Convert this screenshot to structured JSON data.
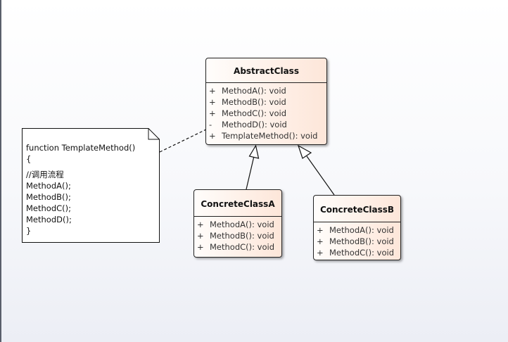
{
  "abstract_class": {
    "name": "AbstractClass",
    "operations": [
      {
        "visibility": "+",
        "signature": "MethodA(): void"
      },
      {
        "visibility": "+",
        "signature": "MethodB(): void"
      },
      {
        "visibility": "+",
        "signature": "MethodC(): void"
      },
      {
        "visibility": "-",
        "signature": "MethodD(): void"
      },
      {
        "visibility": "+",
        "signature": "TemplateMethod(): void"
      }
    ]
  },
  "concrete_a": {
    "name": "ConcreteClassA",
    "operations": [
      {
        "visibility": "+",
        "signature": "MethodA(): void"
      },
      {
        "visibility": "+",
        "signature": "MethodB(): void"
      },
      {
        "visibility": "+",
        "signature": "MethodC(): void"
      }
    ]
  },
  "concrete_b": {
    "name": "ConcreteClassB",
    "operations": [
      {
        "visibility": "+",
        "signature": "MethodA(): void"
      },
      {
        "visibility": "+",
        "signature": "MethodB(): void"
      },
      {
        "visibility": "+",
        "signature": "MethodC(): void"
      }
    ]
  },
  "note": {
    "lines": [
      "function TemplateMethod()",
      "{",
      "//调用流程",
      "MethodA();",
      "MethodB();",
      "MethodC();",
      "MethodD();",
      "}"
    ]
  },
  "colors": {
    "class_fill_start": "#fffdfb",
    "class_fill_end": "#fde6d9",
    "border": "#222222"
  }
}
